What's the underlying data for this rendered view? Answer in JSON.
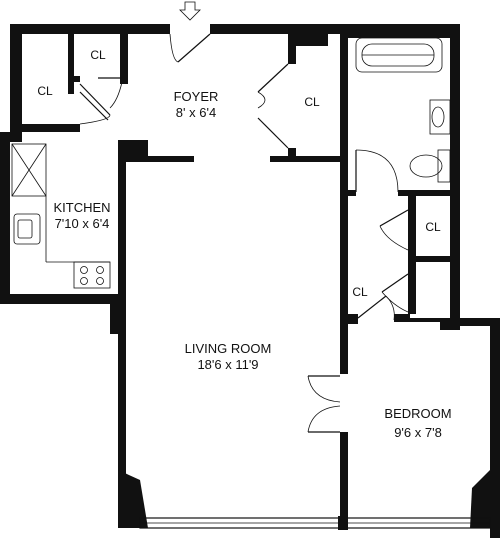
{
  "rooms": {
    "foyer": {
      "name": "FOYER",
      "size": "8' x 6'4"
    },
    "kitchen": {
      "name": "KITCHEN",
      "size": "7'10 x 6'4"
    },
    "living_room": {
      "name": "LIVING ROOM",
      "size": "18'6 x 11'9"
    },
    "bedroom": {
      "name": "BEDROOM",
      "size": "9'6 x 7'8"
    }
  },
  "closets": {
    "cl1": "CL",
    "cl2": "CL",
    "cl3": "CL",
    "cl4": "CL",
    "cl5": "CL"
  },
  "colors": {
    "wall": "#111111",
    "background": "#ffffff"
  },
  "icons": [
    "entry-arrow-icon",
    "bathtub-icon",
    "sink-icon",
    "toilet-icon",
    "stove-icon",
    "kitchen-sink-icon",
    "refrigerator-icon"
  ]
}
